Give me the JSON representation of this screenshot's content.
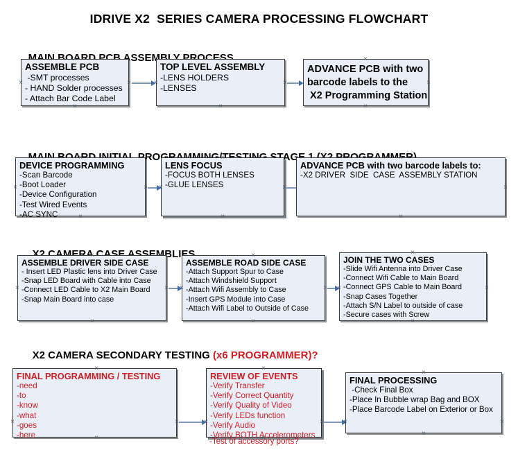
{
  "document": {
    "title": "IDRIVE X2  SERIES CAMERA PROCESSING FLOWCHART",
    "colors": {
      "box_fill": "#e9eef7",
      "box_border": "#3b3b3b",
      "connector": "#7f99b8",
      "arrowhead": "#3f6fa8",
      "accent_red": "#cc2027",
      "text": "#000000",
      "background": "#ffffff"
    }
  },
  "sections": [
    {
      "id": "main-board-pcb-assembly",
      "heading": "MAIN BOARD PCB ASSEMBLY PROCESS",
      "heading_accent": "",
      "nodes": [
        {
          "id": "assemble-pcb",
          "title": "ASSEMBLE PCB",
          "lines": [
            " -SMT processes",
            "- HAND Solder processes",
            "- Attach Bar Code Label"
          ]
        },
        {
          "id": "top-level-assembly",
          "title": "TOP LEVEL ASSEMBLY",
          "lines": [
            "-LENS HOLDERS",
            "-LENSES"
          ]
        },
        {
          "id": "advance-pcb-programming-station",
          "title": "ADVANCE PCB with two",
          "lines": [
            "barcode labels to the",
            " X2 Programming Station"
          ]
        }
      ]
    },
    {
      "id": "main-board-initial-programming",
      "heading": "MAIN BOARD INITIAL PROGRAMMING/TESTING STAGE 1 (X2 PROGRAMMER)",
      "heading_accent": "",
      "nodes": [
        {
          "id": "device-programming",
          "title": "DEVICE PROGRAMMING",
          "lines": [
            "-Scan Barcode",
            "-Boot Loader",
            "-Device Configuration",
            "-Test Wired Events",
            "-AC SYNC"
          ]
        },
        {
          "id": "lens-focus",
          "title": "LENS FOCUS",
          "lines": [
            "-FOCUS BOTH LENSES",
            "-GLUE LENSES"
          ]
        },
        {
          "id": "advance-pcb-driver-side-case",
          "title": "ADVANCE PCB with two barcode labels to:",
          "lines": [
            "-X2 DRIVER  SIDE  CASE  ASSEMBLY STATION"
          ]
        }
      ]
    },
    {
      "id": "x2-camera-case-assemblies",
      "heading": "X2 CAMERA CASE ASSEMBLIES",
      "heading_accent": "",
      "nodes": [
        {
          "id": "assemble-driver-side-case",
          "title": "ASSEMBLE DRIVER SIDE CASE",
          "lines": [
            "- Insert LED Plastic lens into Driver Case",
            "-Snap LED Board with Cable into Case",
            "-Connect LED Cable to X2 Main Board",
            "-Snap Main Board into case"
          ]
        },
        {
          "id": "assemble-road-side-case",
          "title": "ASSEMBLE ROAD SIDE CASE",
          "lines": [
            "-Attach Support Spur to Case",
            "-Attach Windshield Support",
            "-Attach Wifi Assembly to Case",
            "-Insert GPS Module into Case",
            "-Attach Wifi Label to Outside of Case"
          ]
        },
        {
          "id": "join-the-two-cases",
          "title": "JOIN THE TWO CASES",
          "lines": [
            "-Slide Wifi Antenna into Driver Case",
            "-Connect Wifi Cable to Main Board",
            "-Connect GPS Cable to Main Board",
            "-Snap Cases Together",
            "-Attach S/N Label to outside of case",
            "-Secure cases with Screw"
          ]
        }
      ]
    },
    {
      "id": "x2-camera-secondary-testing",
      "heading": "X2 CAMERA SECONDARY TESTING ",
      "heading_accent": "(x6 PROGRAMMER)?",
      "nodes": [
        {
          "id": "final-programming-testing",
          "title": "FINAL PROGRAMMING / TESTING",
          "lines": [
            "-need",
            "-to",
            "-know",
            "-what",
            "-goes",
            "-here"
          ]
        },
        {
          "id": "review-of-events",
          "title": "REVIEW OF EVENTS",
          "lines": [
            "-Verify Transfer",
            "-Verify Correct Quantity",
            "-Verify Quality of Video",
            "-Verify LEDs function",
            "-Verify Audio",
            "-Verify BOTH Accelerometers"
          ],
          "overflow_line": "-Test of accessory ports?"
        },
        {
          "id": "final-processing",
          "title": "FINAL PROCESSING",
          "lines": [
            " -Check Final Box",
            "-Place In Bubble wrap Bag and BOX",
            "-Place Barcode Label on Exterior or Box"
          ]
        }
      ]
    }
  ]
}
